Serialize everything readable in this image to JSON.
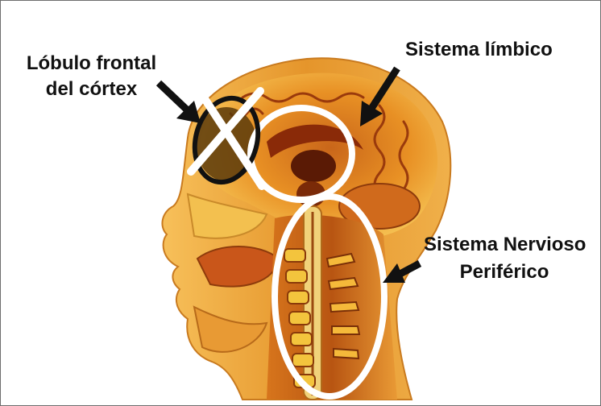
{
  "labels": {
    "frontal_line1": "Lóbulo frontal",
    "frontal_line2": "del córtex",
    "limbic": "Sistema límbico",
    "snp_line1": "Sistema Nervioso",
    "snp_line2": "Periférico"
  },
  "colors": {
    "background": "#ffffff",
    "outline_white": "#ffffff",
    "outline_black": "#111111",
    "tissue_orange": "#e8891f",
    "tissue_dark": "#5a1a05",
    "bone_yellow": "#f2c23a"
  }
}
